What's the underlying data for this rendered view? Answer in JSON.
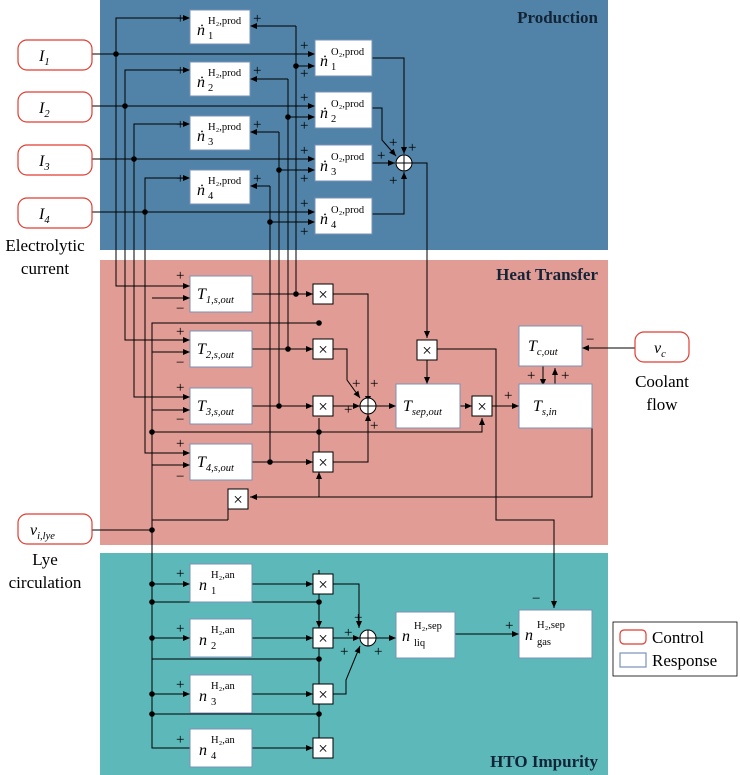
{
  "sections": {
    "production": "Production",
    "heat_transfer": "Heat Transfer",
    "hto_impurity": "HTO Impurity"
  },
  "controls": {
    "i1": {
      "sym": "I",
      "sub": "1"
    },
    "i2": {
      "sym": "I",
      "sub": "2"
    },
    "i3": {
      "sym": "I",
      "sub": "3"
    },
    "i4": {
      "sym": "I",
      "sub": "4"
    },
    "vlye": {
      "sym": "v",
      "sub": "i,lye"
    },
    "vc": {
      "sym": "v",
      "sub": "c"
    }
  },
  "captions": {
    "current_1": "Electrolytic",
    "current_2": "current",
    "coolant_1": "Coolant",
    "coolant_2": "flow",
    "lye_1": "Lye",
    "lye_2": "circulation"
  },
  "blocks": {
    "h2_prod": [
      {
        "sym": "ṅ",
        "sub": "1",
        "sup": "H₂,prod"
      },
      {
        "sym": "ṅ",
        "sub": "2",
        "sup": "H₂,prod"
      },
      {
        "sym": "ṅ",
        "sub": "3",
        "sup": "H₂,prod"
      },
      {
        "sym": "ṅ",
        "sub": "4",
        "sup": "H₂,prod"
      }
    ],
    "o2_prod": [
      {
        "sym": "ṅ",
        "sub": "1",
        "sup": "O₂,prod"
      },
      {
        "sym": "ṅ",
        "sub": "2",
        "sup": "O₂,prod"
      },
      {
        "sym": "ṅ",
        "sub": "3",
        "sup": "O₂,prod"
      },
      {
        "sym": "ṅ",
        "sub": "4",
        "sup": "O₂,prod"
      }
    ],
    "t_out": [
      {
        "sym": "T",
        "sub": "1,s,out"
      },
      {
        "sym": "T",
        "sub": "2,s,out"
      },
      {
        "sym": "T",
        "sub": "3,s,out"
      },
      {
        "sym": "T",
        "sub": "4,s,out"
      }
    ],
    "t_sep": {
      "sym": "T",
      "sub": "sep,out"
    },
    "t_sin": {
      "sym": "T",
      "sub": "s,in"
    },
    "t_cout": {
      "sym": "T",
      "sub": "c,out"
    },
    "n_an": [
      {
        "sym": "n",
        "sub": "1",
        "sup": "H₂,an"
      },
      {
        "sym": "n",
        "sub": "2",
        "sup": "H₂,an"
      },
      {
        "sym": "n",
        "sub": "3",
        "sup": "H₂,an"
      },
      {
        "sym": "n",
        "sub": "4",
        "sup": "H₂,an"
      }
    ],
    "n_liq": {
      "sym": "n",
      "sub": "liq",
      "sup": "H₂,sep"
    },
    "n_gas": {
      "sym": "n",
      "sub": "gas",
      "sup": "H₂,sep"
    }
  },
  "operators": {
    "multiply": "×",
    "sum": "+"
  },
  "signs": {
    "plus": "+",
    "minus": "−"
  },
  "legend": {
    "control": "Control",
    "response": "Response",
    "control_color": "#e03c31",
    "response_color": "#7a92b8"
  },
  "colors": {
    "production_bg": "#5083a7",
    "heat_bg": "#e09c95",
    "hto_bg": "#5db8b9"
  }
}
